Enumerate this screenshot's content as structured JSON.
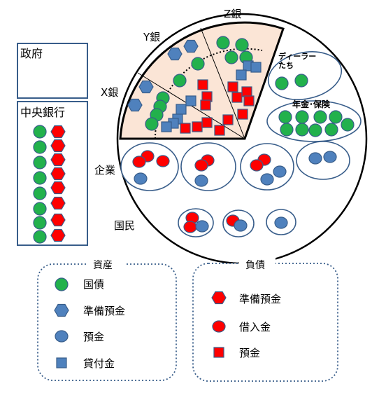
{
  "labels": {
    "government": "政府",
    "central_bank": "中央銀行",
    "bank_x": "X銀",
    "bank_y": "Y銀",
    "bank_z": "Z銀",
    "dealers": "ディーラー\nたち",
    "pension_insurance": "年金･保険",
    "companies": "企業",
    "citizens": "国民"
  },
  "legend_assets": {
    "title": "資産",
    "items": [
      "国債",
      "準備預金",
      "預金",
      "貸付金"
    ]
  },
  "legend_liabilities": {
    "title": "負債",
    "items": [
      "準備預金",
      "借入金",
      "預金"
    ]
  },
  "colors": {
    "green": "#22b14c",
    "blue": "#4f81bd",
    "red": "#ff0000",
    "bank_fill": "#fbe5d6",
    "outline": "#385d8a"
  }
}
